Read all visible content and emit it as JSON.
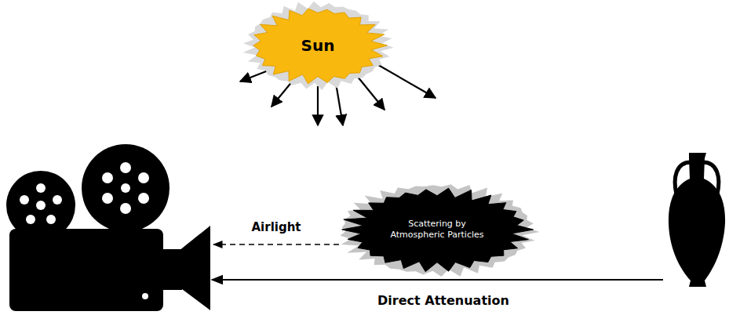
{
  "diagram": {
    "nodes": [
      {
        "text": [
          "Sun"
        ]
      },
      {
        "text": [
          "Scattering by Atmospheric Particles"
        ]
      }
    ],
    "labels": [
      "Airlight",
      "Direct Attenuation"
    ]
  }
}
